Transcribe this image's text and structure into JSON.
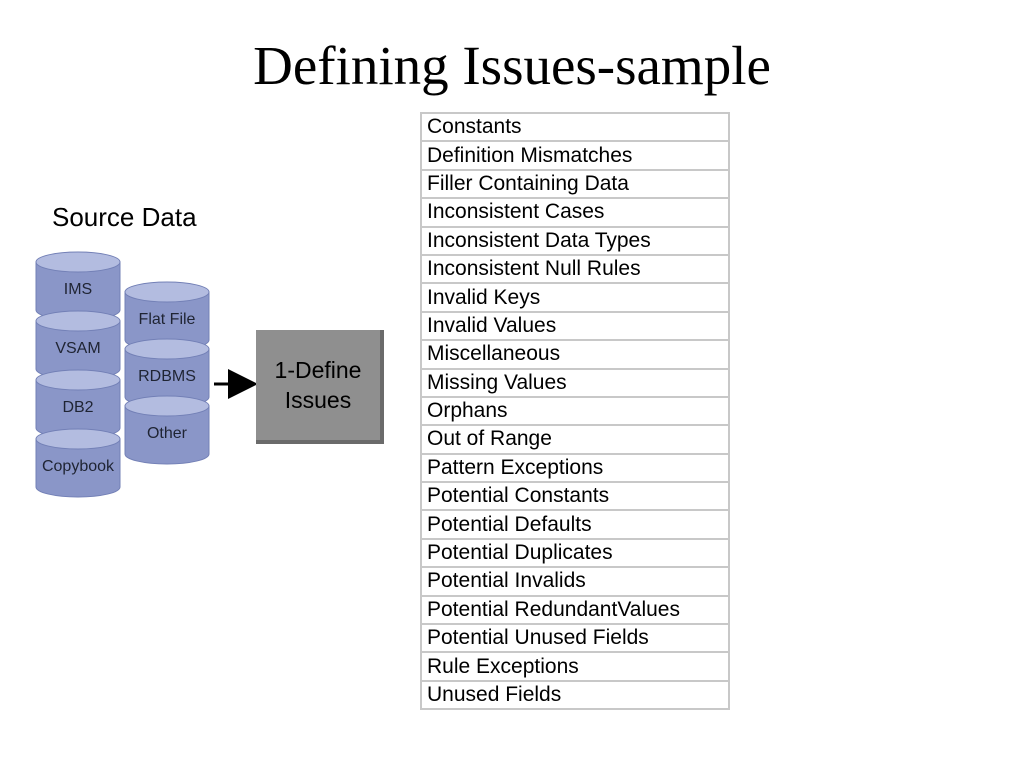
{
  "title": "Defining Issues-sample",
  "source_label": "Source Data",
  "colors": {
    "cylinder_body": "#8a96c8",
    "cylinder_top": "#b3bce0",
    "cylinder_edge": "#7380b6",
    "process_box": "#8f8f8f",
    "table_border": "#c8c8c8"
  },
  "sources": {
    "left_stack": [
      "IMS",
      "VSAM",
      "DB2",
      "Copybook"
    ],
    "right_stack": [
      "Flat File",
      "RDBMS",
      "Other"
    ]
  },
  "process_step": "1-Define\nIssues",
  "issues": [
    "Constants",
    "Definition Mismatches",
    "Filler Containing Data",
    "Inconsistent Cases",
    "Inconsistent Data Types",
    "Inconsistent Null Rules",
    "Invalid Keys",
    "Invalid Values",
    "Miscellaneous",
    "Missing Values",
    "Orphans",
    "Out of Range",
    "Pattern Exceptions",
    "Potential Constants",
    "Potential Defaults",
    "Potential Duplicates",
    "Potential Invalids",
    "Potential RedundantValues",
    "Potential Unused Fields",
    "Rule Exceptions",
    "Unused Fields"
  ]
}
